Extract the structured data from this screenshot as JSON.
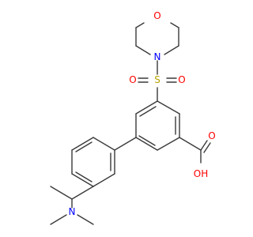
{
  "structure": {
    "colors": {
      "bond": "#3a3a3a",
      "oxygen": "#ff0000",
      "nitrogen": "#0000ff",
      "sulfur": "#b8a400"
    },
    "atoms": {
      "morpholine_oxygen": "O",
      "morpholine_nitrogen": "N",
      "sulfur": "S",
      "sulfonyl_oxygen_left": "O",
      "sulfonyl_oxygen_right": "O",
      "carbonyl_oxygen": "O",
      "hydroxyl": "OH",
      "dimethylamine_nitrogen": "N"
    }
  }
}
